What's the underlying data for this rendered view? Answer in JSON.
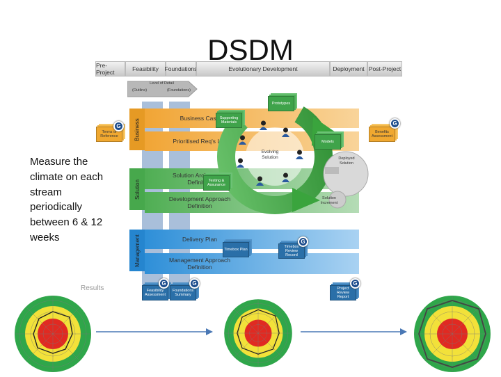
{
  "title": "DSDM",
  "phases": [
    "Pre-Project",
    "Feasibility",
    "Foundations",
    "Evolutionary Development",
    "Deployment",
    "Post-Project"
  ],
  "level_of_detail": {
    "label": "Level of Detail",
    "outline": "(Outline)",
    "foundations": "(Foundations)"
  },
  "streams": {
    "business": "Business",
    "solution": "Solution",
    "management": "Management"
  },
  "bands": {
    "business_case": "Business Case",
    "prioritised_reqs": "Prioritised Req's List",
    "solution_architecture": "Solution Architecture Definition",
    "development_approach": "Development Approach Definition",
    "delivery_plan": "Delivery Plan",
    "management_approach": "Management Approach Definition"
  },
  "artifacts": {
    "terms_of_reference": "Terms of Reference",
    "benefits_assessment": "Benefits Assessment",
    "supporting_materials": "Supporting Materials",
    "prototypes": "Prototypes",
    "models": "Models",
    "testing_assurance": "Testing & Assurance",
    "evolving_solution": "Evolving Solution",
    "deployed_solution": "Deployed Solution",
    "solution_increment": "Solution Increment",
    "timebox_plan": "Timebox Plan",
    "timebox_review_record": "Timebox Review Record",
    "feasibility_assessment": "Feasibility Assessment",
    "foundations_summary": "Foundations Summary",
    "project_review_report": "Project Review Report"
  },
  "badge_letter": "G",
  "side_note": "Measure the climate on each stream periodically between 6 & 12 weeks",
  "results_label": "Results",
  "colors": {
    "business": "#f2a93b",
    "solution": "#59b45d",
    "management": "#2e8fd8",
    "cycle": "#3aa43d"
  }
}
